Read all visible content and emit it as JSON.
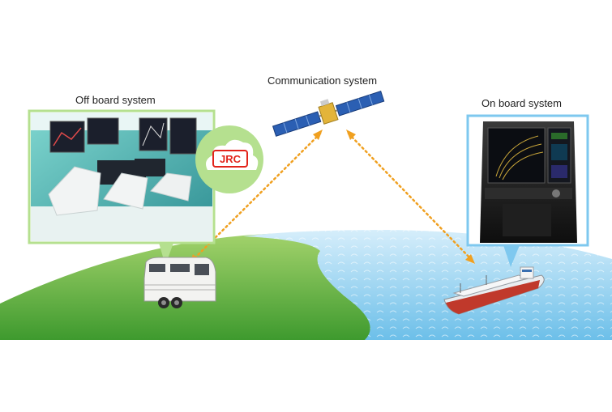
{
  "labels": {
    "off_board": "Off board system",
    "communication": "Communication system",
    "on_board": "On board system"
  },
  "logo": {
    "text": "JRC",
    "color": "#e2231a"
  },
  "colors": {
    "land_green": "#5fae3c",
    "sea_blue": "#a9d9f2",
    "link_orange": "#f0a020",
    "frame_green": "#b5e08f",
    "frame_blue": "#7ec8ef"
  }
}
